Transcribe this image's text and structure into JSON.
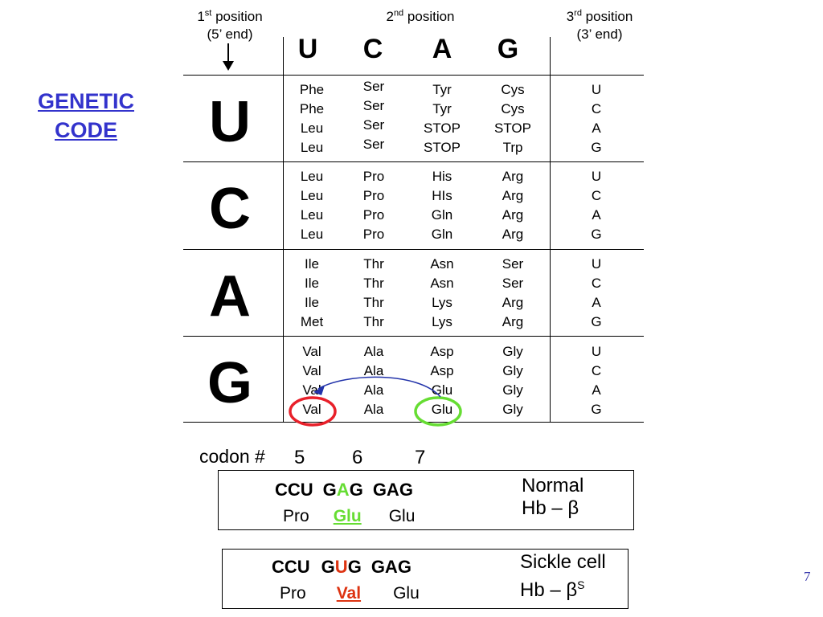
{
  "title": {
    "line1": "GENETIC",
    "line2": "CODE",
    "color": "#3333cc"
  },
  "headers": {
    "first": {
      "sup": "st",
      "num": "1",
      "text": " position",
      "sub": "(5’ end)"
    },
    "second": {
      "sup": "nd",
      "num": "2",
      "text": " position"
    },
    "third": {
      "sup": "rd",
      "num": "3",
      "text": " position",
      "sub": "(3’ end)"
    }
  },
  "second_bases": [
    "U",
    "C",
    "A",
    "G"
  ],
  "first_bases": [
    "U",
    "C",
    "A",
    "G"
  ],
  "third_bases": [
    "U",
    "C",
    "A",
    "G"
  ],
  "table": [
    [
      [
        "Phe",
        "Phe",
        "Leu",
        "Leu"
      ],
      [
        "Ser",
        "Ser",
        "Ser",
        "Ser"
      ],
      [
        "Tyr",
        "Tyr",
        "STOP",
        "STOP"
      ],
      [
        "Cys",
        "Cys",
        "STOP",
        "Trp"
      ]
    ],
    [
      [
        "Leu",
        "Leu",
        "Leu",
        "Leu"
      ],
      [
        "Pro",
        "Pro",
        "Pro",
        "Pro"
      ],
      [
        "His",
        "HIs",
        "Gln",
        "Gln"
      ],
      [
        "Arg",
        "Arg",
        "Arg",
        "Arg"
      ]
    ],
    [
      [
        "Ile",
        "Ile",
        "Ile",
        "Met"
      ],
      [
        "Thr",
        "Thr",
        "Thr",
        "Thr"
      ],
      [
        "Asn",
        "Asn",
        "Lys",
        "Lys"
      ],
      [
        "Ser",
        "Ser",
        "Arg",
        "Arg"
      ]
    ],
    [
      [
        "Val",
        "Val",
        "Val",
        "Val"
      ],
      [
        "Ala",
        "Ala",
        "Ala",
        "Ala"
      ],
      [
        "Asp",
        "Asp",
        "Glu",
        "Glu"
      ],
      [
        "Gly",
        "Gly",
        "Gly",
        "Gly"
      ]
    ]
  ],
  "highlight_colors": {
    "red_circle": "#e8202a",
    "green_circle": "#66dd33",
    "arrow": "#2233aa"
  },
  "codon_label": "codon #",
  "codon_numbers": [
    "5",
    "6",
    "7"
  ],
  "normal": {
    "codons": [
      "CCU",
      "G",
      "A",
      "G",
      "GAG"
    ],
    "amino": [
      "Pro",
      "Glu",
      "Glu"
    ],
    "desc1": "Normal",
    "desc2": "Hb – β",
    "accent": "#66dd33"
  },
  "sickle": {
    "codons": [
      "CCU",
      "G",
      "U",
      "G",
      "GAG"
    ],
    "amino": [
      "Pro",
      "Val",
      "Glu"
    ],
    "desc1": "Sickle cell",
    "desc2": "Hb – β",
    "desc2_sup": "S",
    "accent": "#dd3311"
  },
  "page_number": "7"
}
